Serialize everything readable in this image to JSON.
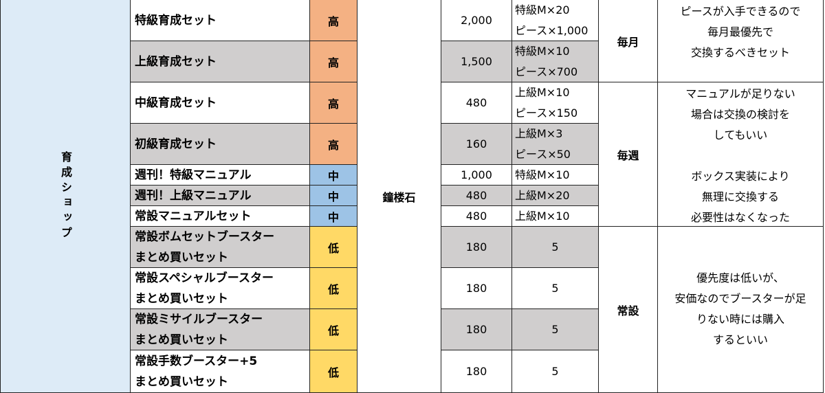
{
  "category": "育成ショップ",
  "currency": "鐘楼石",
  "rows": [
    {
      "name": [
        "特級育成セット"
      ],
      "priority": "高",
      "cost": "2,000",
      "contents": [
        "特級M×20",
        "ピース×1,000"
      ]
    },
    {
      "name": [
        "上級育成セット"
      ],
      "priority": "高",
      "cost": "1,500",
      "contents": [
        "特級M×10",
        "ピース×700"
      ]
    },
    {
      "name": [
        "中級育成セット"
      ],
      "priority": "高",
      "cost": "480",
      "contents": [
        "上級M×10",
        "ピース×150"
      ]
    },
    {
      "name": [
        "初級育成セット"
      ],
      "priority": "高",
      "cost": "160",
      "contents": [
        "上級M×3",
        "ピース×50"
      ]
    },
    {
      "name": [
        "週刊！特級マニュアル"
      ],
      "priority": "中",
      "cost": "1,000",
      "contents": [
        "特級M×10"
      ]
    },
    {
      "name": [
        "週刊！上級マニュアル"
      ],
      "priority": "中",
      "cost": "480",
      "contents": [
        "上級M×20"
      ]
    },
    {
      "name": [
        "常設マニュアルセット"
      ],
      "priority": "中",
      "cost": "480",
      "contents": [
        "上級M×10"
      ]
    },
    {
      "name": [
        "常設ボムセットブースター",
        "まとめ買いセット"
      ],
      "priority": "低",
      "cost": "180",
      "contents": [
        "5"
      ]
    },
    {
      "name": [
        "常設スペシャルブースター",
        "まとめ買いセット"
      ],
      "priority": "低",
      "cost": "180",
      "contents": [
        "5"
      ]
    },
    {
      "name": [
        "常設ミサイルブースター",
        "まとめ買いセット"
      ],
      "priority": "低",
      "cost": "180",
      "contents": [
        "5"
      ]
    },
    {
      "name": [
        "常設手数ブースター+5",
        "まとめ買いセット"
      ],
      "priority": "低",
      "cost": "180",
      "contents": [
        "5"
      ]
    }
  ],
  "groups": [
    {
      "frequency": "毎月",
      "note": [
        "ピースが入手できるので",
        "毎月最優先で",
        "交換するべきセット"
      ]
    },
    {
      "frequency": "毎週",
      "note": [
        "マニュアルが足りない",
        "場合は交換の検討を",
        "してもいい",
        "",
        "ボックス実装により",
        "無理に交換する",
        "必要性はなくなった"
      ]
    },
    {
      "frequency": "常設",
      "note": [
        "優先度は低いが、",
        "安価なのでブースターが足",
        "りない時には購入",
        "するといい"
      ]
    }
  ],
  "colors": {
    "high": "#f4b183",
    "mid": "#9dc3e6",
    "low": "#ffd966",
    "gray_row": "#d0cece",
    "category_bg": "#ddebf7"
  }
}
